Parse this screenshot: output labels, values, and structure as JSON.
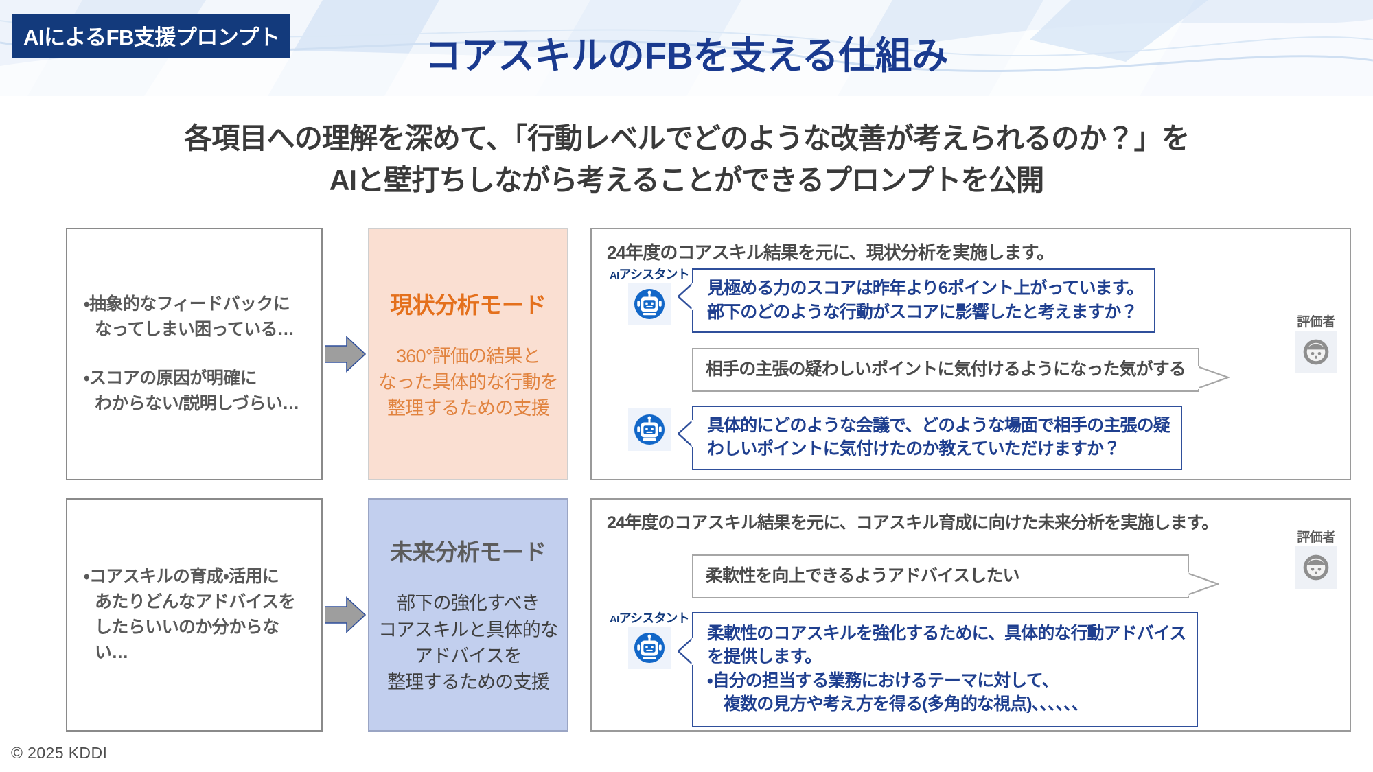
{
  "badge": {
    "label": "AIによるFB支援プロンプト"
  },
  "header": {
    "title": "コアスキルのFBを支える仕組み",
    "subtitle_line1": "各項目への理解を深めて、「行動レベルでどのような改善が考えられるのか？」を",
    "subtitle_line2": "AIと壁打ちしながら考えることができるプロンプトを公開"
  },
  "colors": {
    "title_blue": "#1a3a8f",
    "badge_navy": "#133a7c",
    "mode_orange_bg": "#fadfd2",
    "mode_orange_text": "#e4701c",
    "mode_blue_bg": "#c2cfee",
    "mode_blue_text": "#5c5c5c",
    "bubble_blue": "#2f4f9b",
    "bubble_gray": "#a6a6a6",
    "arrow_gray": "#9e9e9e"
  },
  "rows": [
    {
      "pain_points": [
        {
          "line1": "・抽象的なフィードバックに",
          "line2": "なってしまい困っている…"
        },
        {
          "line1": "・スコアの原因が明確に",
          "line2": "わからない/説明しづらい…"
        }
      ],
      "mode": {
        "title": "現状分析モード",
        "desc_line1": "360°評価の結果と",
        "desc_line2": "なった具体的な行動を",
        "desc_line3": "整理するための支援"
      },
      "panel": {
        "heading": "24年度のコアスキル結果を元に、現状分析を実施します。",
        "ai_label_prefix": "AI",
        "ai_label_rest": "アシスタント",
        "evaluator_label": "評価者",
        "messages": [
          {
            "speaker": "ai",
            "line1": "見極める力のスコアは昨年より6ポイント上がっています。",
            "line2": "部下のどのような行動がスコアに影響したと考えますか？"
          },
          {
            "speaker": "evaluator",
            "line1": "相手の主張の疑わしいポイントに気付けるようになった気がする",
            "line2": ""
          },
          {
            "speaker": "ai",
            "line1": "具体的にどのような会議で、どのような場面で相手の主張の疑",
            "line2": "わしいポイントに気付けたのか教えていただけますか？"
          }
        ]
      }
    },
    {
      "pain_points": [
        {
          "line1": "・コアスキルの育成・活用に",
          "line2": "あたりどんなアドバイスを",
          "line3": "したらいいのか分からない…"
        }
      ],
      "mode": {
        "title": "未来分析モード",
        "desc_line1": "部下の強化すべき",
        "desc_line2": "コアスキルと具体的な",
        "desc_line3": "アドバイスを",
        "desc_line4": "整理するための支援"
      },
      "panel": {
        "heading": "24年度のコアスキル結果を元に、コアスキル育成に向けた未来分析を実施します。",
        "ai_label_prefix": "AI",
        "ai_label_rest": "アシスタント",
        "evaluator_label": "評価者",
        "messages": [
          {
            "speaker": "evaluator",
            "line1": "柔軟性を向上できるようアドバイスしたい"
          },
          {
            "speaker": "ai",
            "line1": "柔軟性のコアスキルを強化するために、具体的な行動アドバイス",
            "line2": "を提供します。",
            "line3": "・自分の担当する業務におけるテーマに対して、",
            "line4": "複数の見方や考え方を得る(多角的な視点)、、、、、、"
          }
        ]
      }
    }
  ],
  "footer": {
    "copyright": "© 2025 KDDI"
  },
  "icons": {
    "ai_avatar": "robot-icon",
    "evaluator_avatar": "person-face-icon",
    "arrow": "right-arrow-icon"
  }
}
